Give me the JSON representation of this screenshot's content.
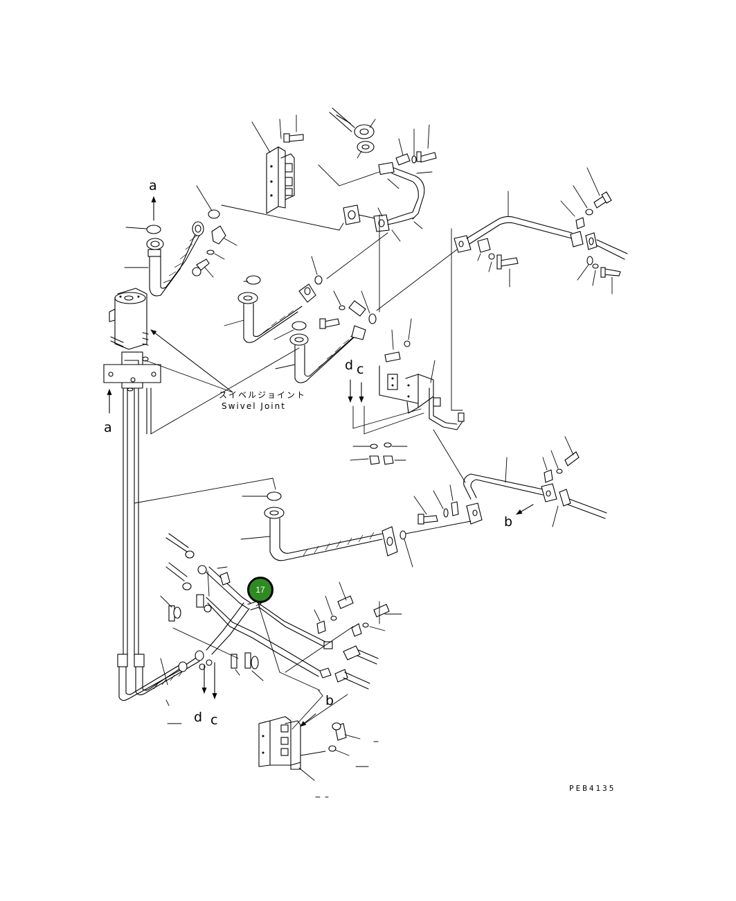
{
  "drawing_code": "PEB4135",
  "swivel_joint": {
    "label_jp": "スイベルジョイント",
    "label_en": "Swivel Joint"
  },
  "callout": {
    "number": "17",
    "color": "#2e8b22"
  },
  "view_markers": {
    "a_top": "a",
    "a_left": "a",
    "d_upper": "d",
    "c_upper": "c",
    "b_right": "b",
    "d_lower": "d",
    "c_lower": "c",
    "b_lower": "b"
  }
}
